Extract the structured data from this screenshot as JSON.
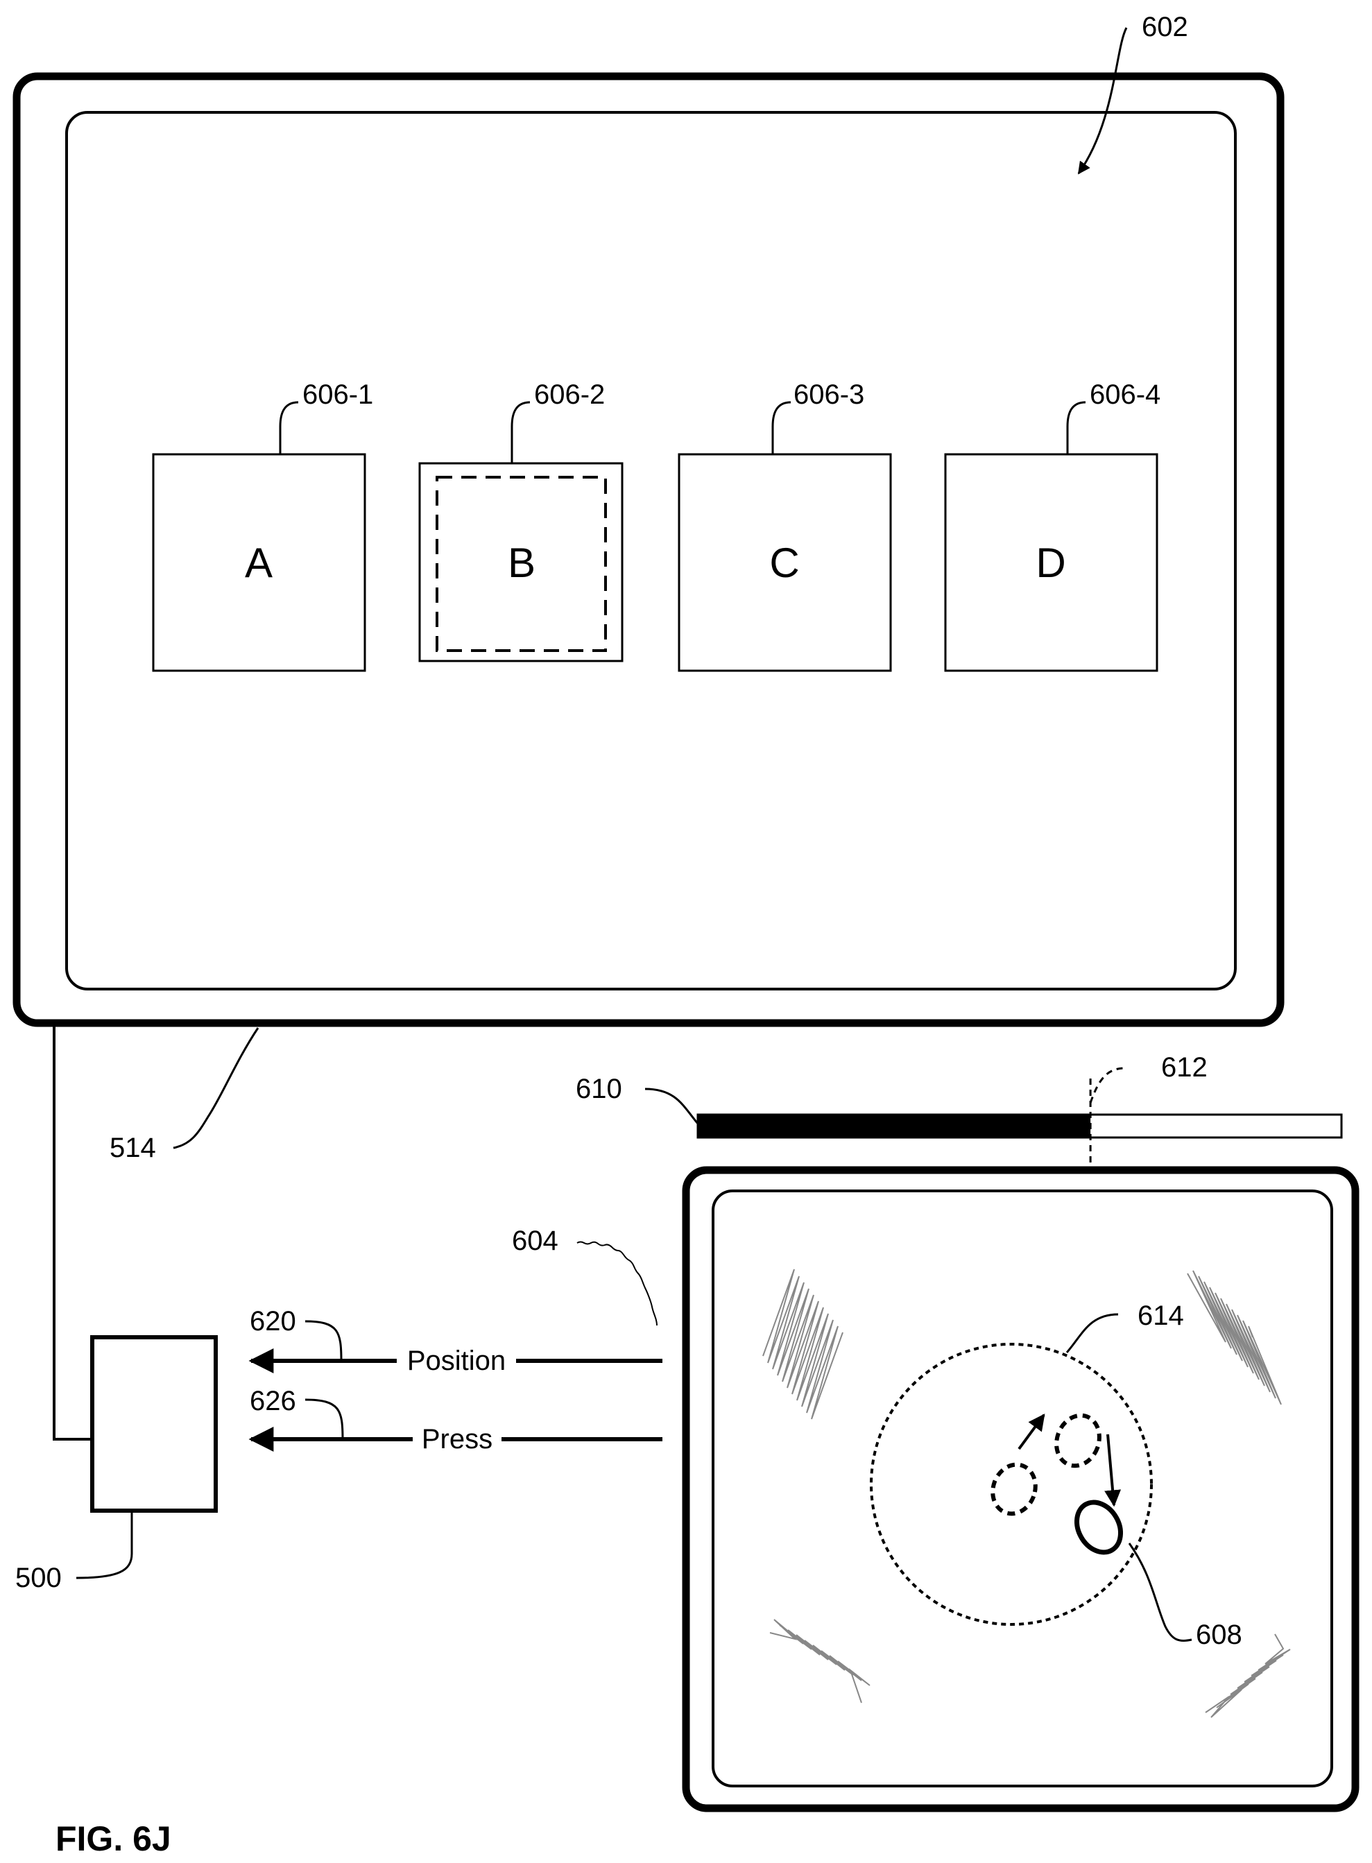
{
  "figure_label": "FIG. 6J",
  "display": {
    "ref": "602",
    "cable_ref": "514"
  },
  "tiles": [
    {
      "ref": "606-1",
      "letter": "A",
      "focused": false
    },
    {
      "ref": "606-2",
      "letter": "B",
      "focused": true
    },
    {
      "ref": "606-3",
      "letter": "C",
      "focused": false
    },
    {
      "ref": "606-4",
      "letter": "D",
      "focused": false
    }
  ],
  "progress_bar": {
    "ref": "610",
    "threshold_ref": "612",
    "fill_fraction": 0.61
  },
  "touch_surface": {
    "ref": "604",
    "region_ref": "614",
    "contact_ref": "608"
  },
  "device": {
    "ref": "500"
  },
  "signals": [
    {
      "ref": "620",
      "label": "Position"
    },
    {
      "ref": "626",
      "label": "Press"
    }
  ],
  "colors": {
    "line": "#000000",
    "hatch": "#888888",
    "background": "#ffffff"
  }
}
